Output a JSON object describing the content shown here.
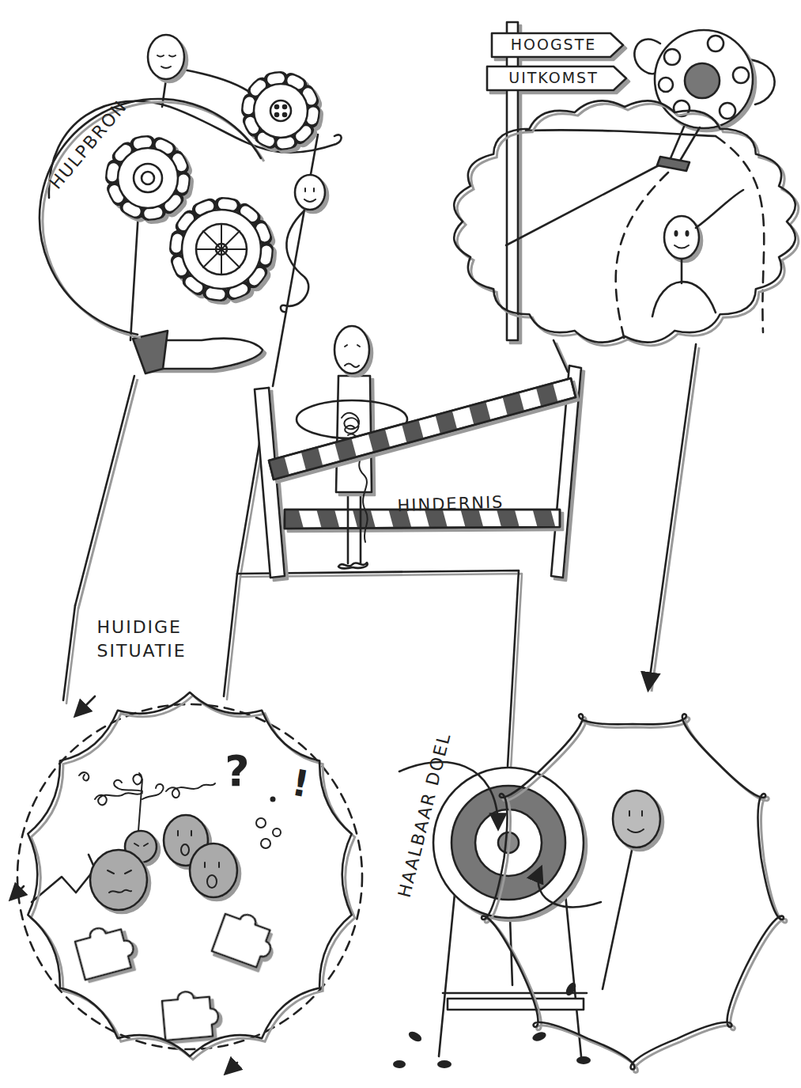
{
  "diagram": {
    "nodes": [
      {
        "text": [
          "HULPBRON"
        ]
      },
      {
        "text": [
          "HOOGSTE",
          "UITKOMST"
        ]
      },
      {
        "text": [
          "HINDERNIS"
        ]
      },
      {
        "text": [
          "HUIDIGE SITUATIE"
        ]
      },
      {
        "text": [
          "HAALBAAR DOEL"
        ]
      }
    ],
    "edges": [
      {
        "from": 3,
        "to": 0,
        "arrow": "none"
      },
      {
        "from": 1,
        "to": 4,
        "arrow": "to"
      }
    ],
    "labels": [
      "?",
      "!"
    ]
  }
}
